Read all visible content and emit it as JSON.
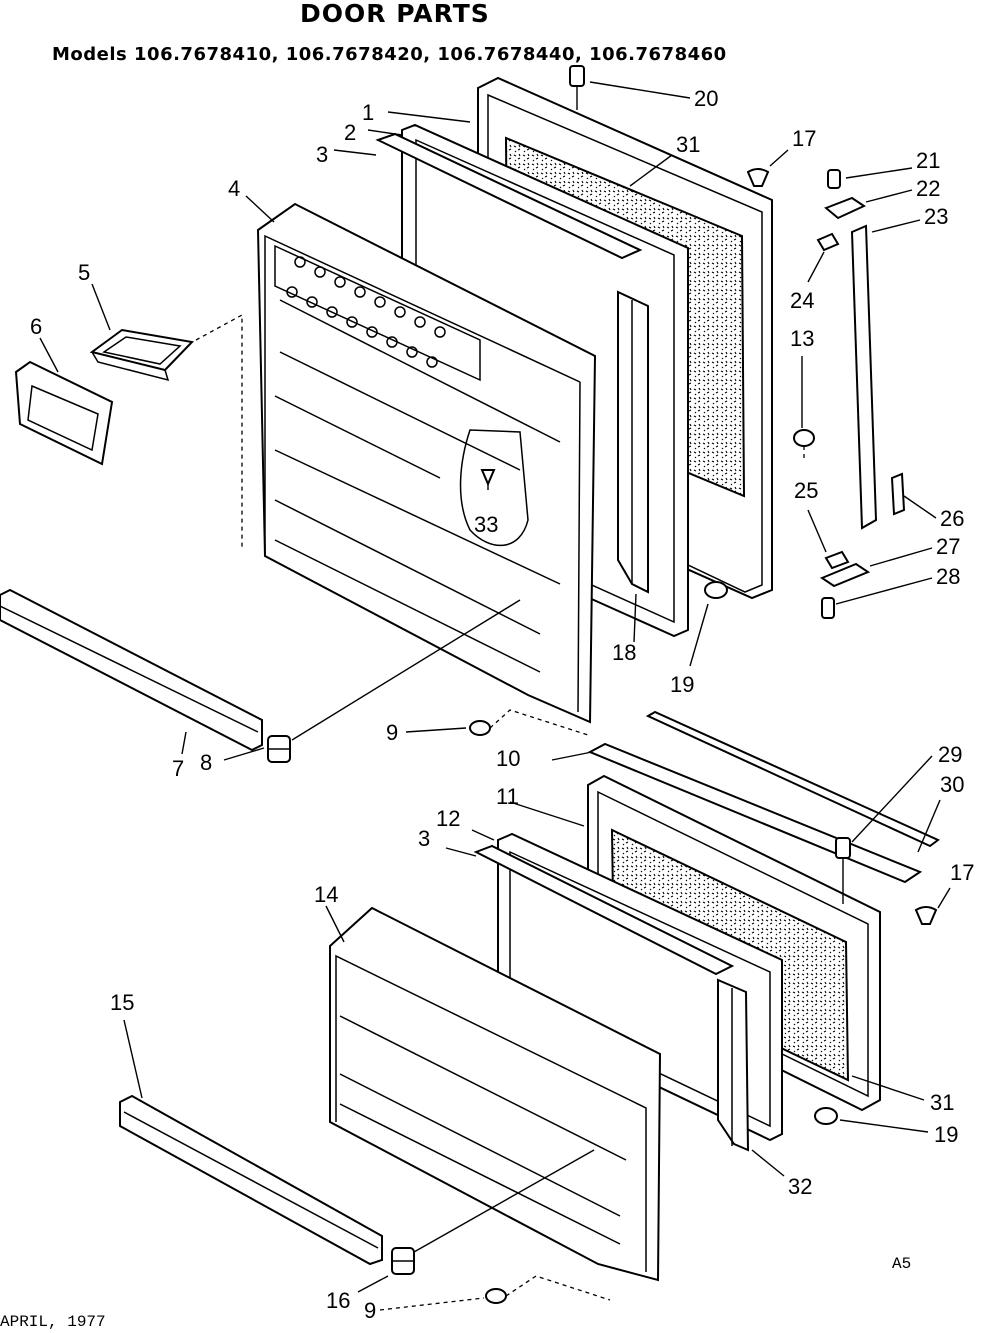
{
  "title": "DOOR PARTS",
  "models_label": "Models 106.7678410, 106.7678420, 106.7678440, 106.7678460",
  "footer": {
    "date": "APRIL, 1977",
    "code": "A5"
  },
  "parts": [
    {
      "id": "p20",
      "n": "20"
    },
    {
      "id": "p1",
      "n": "1"
    },
    {
      "id": "p2",
      "n": "2"
    },
    {
      "id": "p3a",
      "n": "3"
    },
    {
      "id": "p31a",
      "n": "31"
    },
    {
      "id": "p17a",
      "n": "17"
    },
    {
      "id": "p21",
      "n": "21"
    },
    {
      "id": "p22",
      "n": "22"
    },
    {
      "id": "p23",
      "n": "23"
    },
    {
      "id": "p4",
      "n": "4"
    },
    {
      "id": "p5",
      "n": "5"
    },
    {
      "id": "p6",
      "n": "6"
    },
    {
      "id": "p24",
      "n": "24"
    },
    {
      "id": "p13",
      "n": "13"
    },
    {
      "id": "p33",
      "n": "33"
    },
    {
      "id": "p25",
      "n": "25"
    },
    {
      "id": "p26",
      "n": "26"
    },
    {
      "id": "p27",
      "n": "27"
    },
    {
      "id": "p28",
      "n": "28"
    },
    {
      "id": "p18",
      "n": "18"
    },
    {
      "id": "p19a",
      "n": "19"
    },
    {
      "id": "p7",
      "n": "7"
    },
    {
      "id": "p8",
      "n": "8"
    },
    {
      "id": "p9a",
      "n": "9"
    },
    {
      "id": "p29",
      "n": "29"
    },
    {
      "id": "p10",
      "n": "10"
    },
    {
      "id": "p30",
      "n": "30"
    },
    {
      "id": "p11",
      "n": "11"
    },
    {
      "id": "p12",
      "n": "12"
    },
    {
      "id": "p3b",
      "n": "3"
    },
    {
      "id": "p17b",
      "n": "17"
    },
    {
      "id": "p14",
      "n": "14"
    },
    {
      "id": "p15",
      "n": "15"
    },
    {
      "id": "p31b",
      "n": "31"
    },
    {
      "id": "p19b",
      "n": "19"
    },
    {
      "id": "p32",
      "n": "32"
    },
    {
      "id": "p16",
      "n": "16"
    },
    {
      "id": "p9b",
      "n": "9"
    }
  ]
}
